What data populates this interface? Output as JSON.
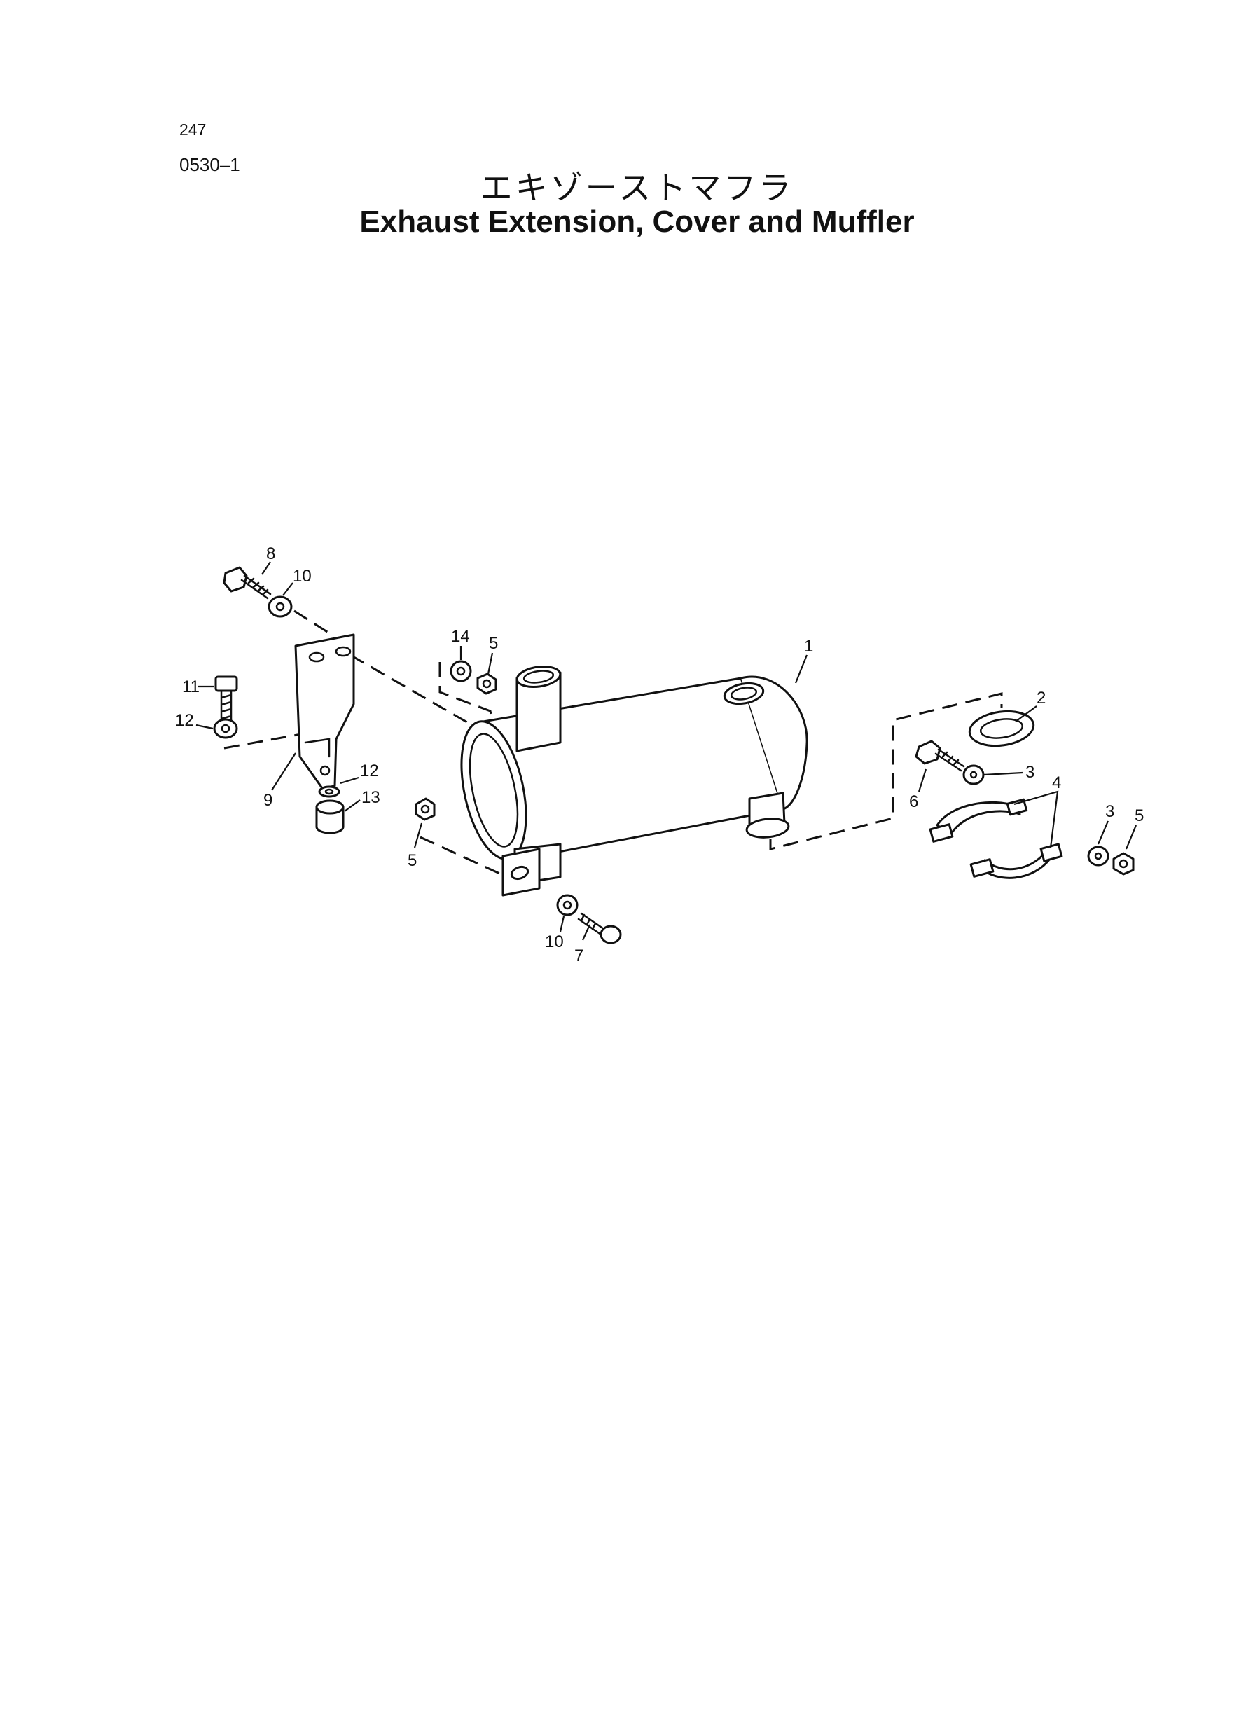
{
  "header": {
    "page_number": "247",
    "section_code": "0530–1",
    "title_jp": "エキゾーストマフラ",
    "title_en": "Exhaust Extension, Cover and Muffler"
  },
  "callouts": {
    "muffler": "1",
    "gasket": "2",
    "washer_upper_right": "3",
    "washer_lower_right": "3",
    "clamp": "4",
    "nut_top": "5",
    "nut_left": "5",
    "nut_right": "5",
    "bolt_clamp": "6",
    "bolt_lower": "7",
    "bolt_top": "8",
    "bracket": "9",
    "washer_top": "10",
    "washer_lower": "10",
    "bolt_small": "11",
    "washer_left": "12",
    "washer_bracket": "12",
    "rubber_mount": "13",
    "washer_nut_top": "14"
  }
}
